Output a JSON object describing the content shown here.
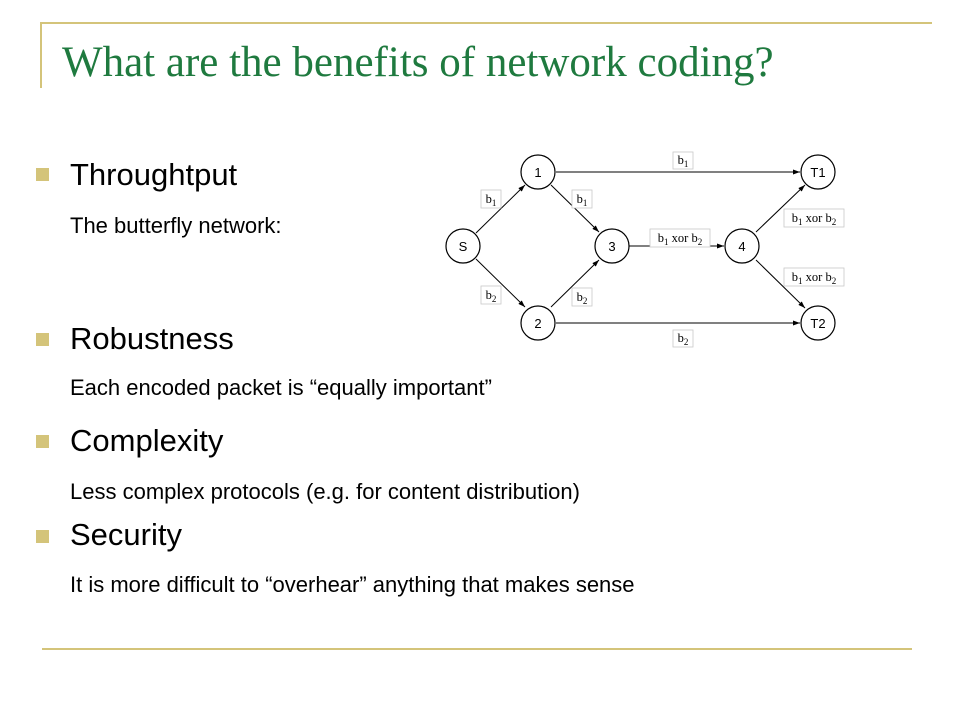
{
  "slide": {
    "title": "What are the benefits of network coding?",
    "items": [
      {
        "heading": "Throughtput",
        "detail": "The butterfly network:"
      },
      {
        "heading": "Robustness",
        "detail": "Each encoded packet is “equally important”"
      },
      {
        "heading": "Complexity",
        "detail": "Less complex protocols (e.g. for content distribution)"
      },
      {
        "heading": "Security",
        "detail": "It is more difficult to “overhear” anything that makes sense"
      }
    ]
  },
  "diagram": {
    "nodes": {
      "s": "S",
      "n1": "1",
      "n2": "2",
      "n3": "3",
      "n4": "4",
      "t1": "T1",
      "t2": "T2"
    },
    "edge_labels": {
      "s_1": "b1",
      "s_2": "b2",
      "one_3": "b1",
      "two_3": "b2",
      "one_t1": "b1",
      "two_t2": "b2",
      "three_4": "b1 xor b2",
      "four_t1": "b1 xor b2",
      "four_t2": "b1 xor b2"
    }
  },
  "colors": {
    "title": "#1f7a3f",
    "accent": "#d4c47a"
  }
}
